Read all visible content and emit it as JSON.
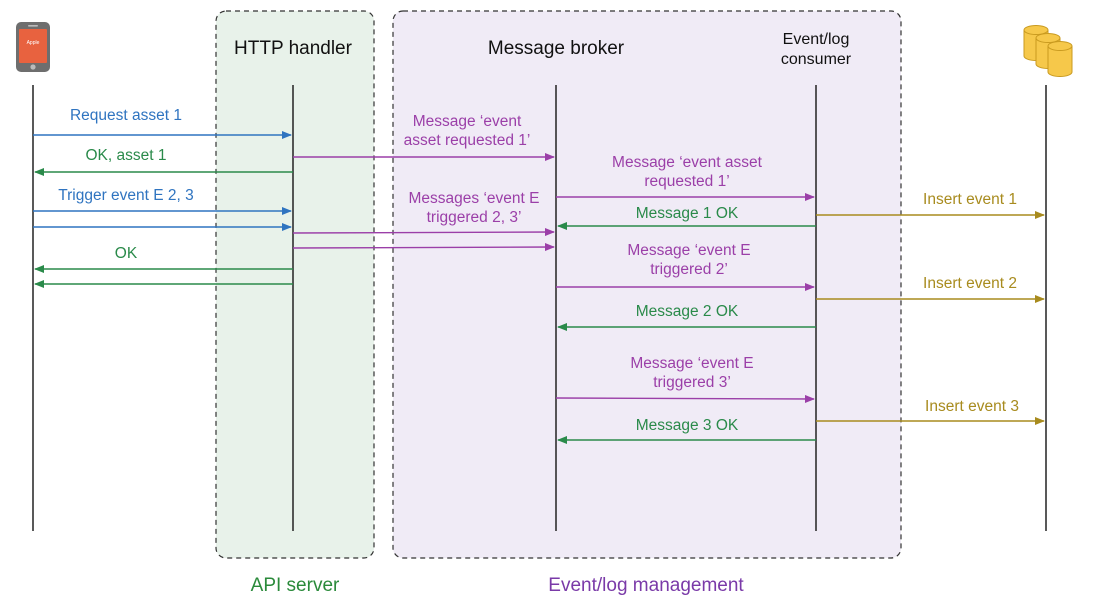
{
  "actors": {
    "client": {
      "icon": "mobile-phone-icon",
      "screen_text": "Apple"
    },
    "http_handler": {
      "label": "HTTP handler"
    },
    "message_broker": {
      "label": "Message broker"
    },
    "consumer": {
      "label_line1": "Event/log",
      "label_line2": "consumer"
    },
    "database": {
      "icon": "database-icon"
    }
  },
  "groups": {
    "api_server": {
      "label": "API server"
    },
    "event_log_management": {
      "label": "Event/log management"
    }
  },
  "messages": {
    "request_asset": "Request asset 1",
    "ok_asset": "OK, asset 1",
    "trigger_event": "Trigger event E 2, 3",
    "ok": "OK",
    "msg_event_asset_l1": "Message ‘event",
    "msg_event_asset_l2": "asset requested 1’",
    "msgs_event_e_l1": "Messages ‘event E",
    "msgs_event_e_l2": "triggered 2, 3’",
    "consumer_asset_l1": "Message ‘event asset",
    "consumer_asset_l2": "requested 1’",
    "msg1_ok": "Message 1 OK",
    "consumer_e2_l1": "Message ‘event E",
    "consumer_e2_l2": "triggered 2’",
    "msg2_ok": "Message 2 OK",
    "consumer_e3_l1": "Message ‘event E",
    "consumer_e3_l2": "triggered 3’",
    "msg3_ok": "Message 3 OK",
    "insert1": "Insert event 1",
    "insert2": "Insert event 2",
    "insert3": "Insert event 3"
  },
  "colors": {
    "client_request": "#2f74c0",
    "response": "#2a8a4a",
    "broker_message": "#9b3fa8",
    "database_insert": "#a88b1e",
    "api_server_fill": "#e8f2ea",
    "event_mgmt_fill": "#f0ebf6",
    "api_server_label": "#2a8a3a",
    "event_mgmt_label": "#7a3aa8",
    "lifeline": "#222222"
  }
}
